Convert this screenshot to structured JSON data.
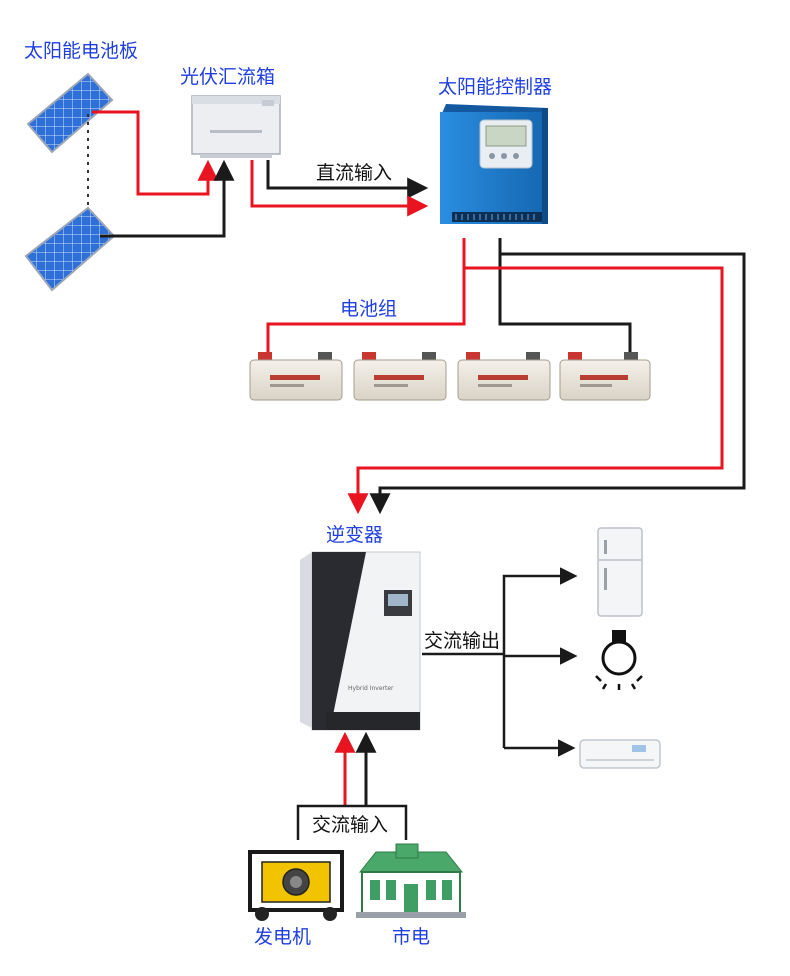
{
  "labels": {
    "solar_panels": "太阳能电池板",
    "combiner_box": "光伏汇流箱",
    "controller": "太阳能控制器",
    "dc_input": "直流输入",
    "battery_bank": "电池组",
    "inverter": "逆变器",
    "ac_output": "交流输出",
    "ac_input": "交流输入",
    "generator": "发电机",
    "grid": "市电"
  },
  "device_text": {
    "inverter_caption": "Hybrid Inverter"
  },
  "colors": {
    "positive_wire": "#e8141f",
    "negative_wire": "#1a1a1a",
    "label_blue": "#1f3fe0",
    "controller_blue": "#1f7ed0"
  }
}
